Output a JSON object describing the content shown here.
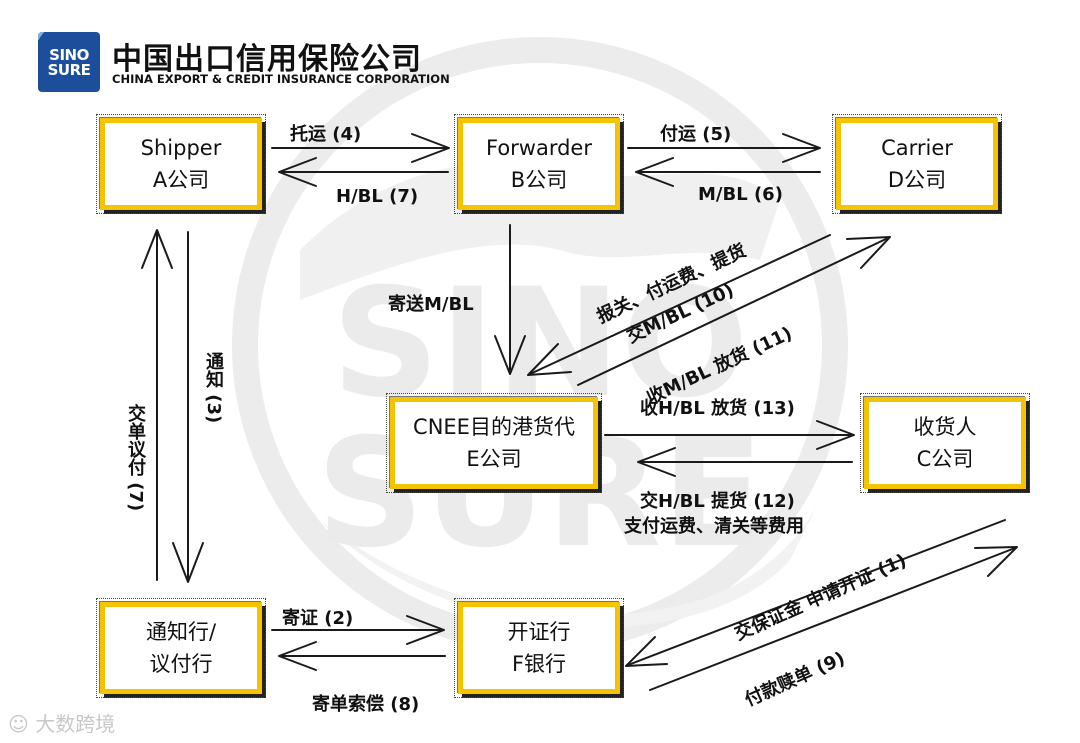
{
  "header": {
    "logo_text_line1": "SINO",
    "logo_text_line2": "SURE",
    "company_cn": "中国出口信用保险公司",
    "company_en": "CHINA EXPORT & CREDIT INSURANCE CORPORATION"
  },
  "watermark": {
    "line1": "SINO",
    "line2": "SURE"
  },
  "nodes": {
    "shipper": {
      "line1": "Shipper",
      "line2": "A公司"
    },
    "forwarder": {
      "line1": "Forwarder",
      "line2": "B公司"
    },
    "carrier": {
      "line1": "Carrier",
      "line2": "D公司"
    },
    "cnee": {
      "line1": "CNEE目的港货代",
      "line2": "E公司"
    },
    "consignee": {
      "line1": "收货人",
      "line2": "C公司"
    },
    "advising_bank": {
      "line1": "通知行/",
      "line2": "议付行"
    },
    "issuing_bank": {
      "line1": "开证行",
      "line2": "F银行"
    }
  },
  "labels": {
    "consign": "托运 (4)",
    "hbl7": "H/BL (7)",
    "ship5": "付运 (5)",
    "mbl6": "M/BL (6)",
    "send_mbl": "寄送M/BL",
    "customs_line1": "报关、付运费、提货",
    "customs_line2": "交M/BL (10)",
    "collect_mbl": "收M/BL 放货 (11)",
    "collect_hbl": "收H/BL 放货 (13)",
    "deliver_hbl": "交H/BL 提货 (12)",
    "pay_fees": "支付运费、清关等费用",
    "notify": "通知 (3)",
    "present_docs": "交单议付 (7)",
    "send_lc": "寄证 (2)",
    "send_docs": "寄单索偿 (8)",
    "apply_lc": "交保证金 申请开证 (1)",
    "redeem": "付款赎单 (9)"
  },
  "footer": {
    "brand": "大数跨境"
  },
  "colors": {
    "box_border": "#f5c400",
    "arrow": "#1a1a1a",
    "watermark": "#e8e8e8"
  }
}
